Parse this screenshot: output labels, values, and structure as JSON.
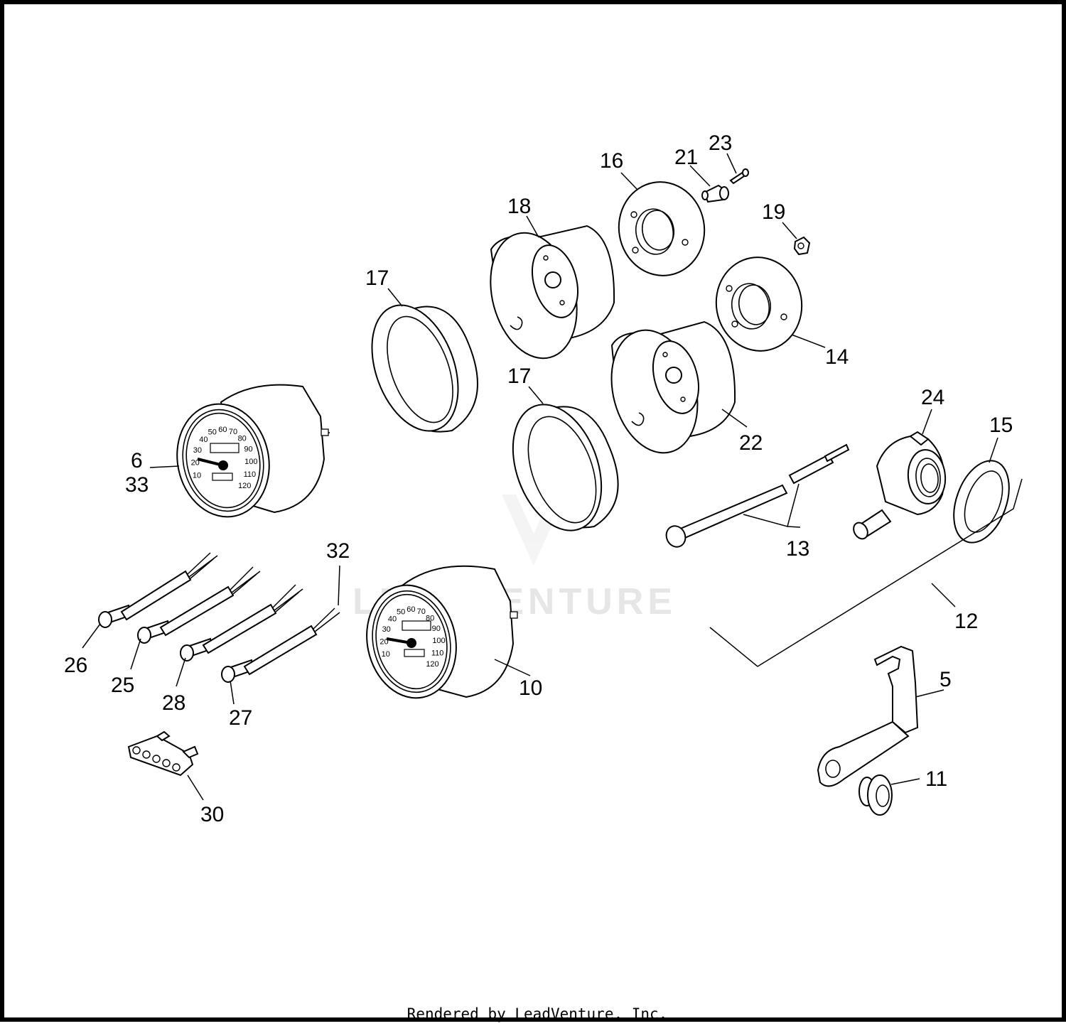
{
  "callouts": {
    "c5": "5",
    "c6": "6",
    "c10": "10",
    "c11": "11",
    "c12": "12",
    "c13": "13",
    "c14": "14",
    "c15": "15",
    "c16": "16",
    "c17a": "17",
    "c17b": "17",
    "c18": "18",
    "c19": "19",
    "c21": "21",
    "c22": "22",
    "c23": "23",
    "c24": "24",
    "c25": "25",
    "c26": "26",
    "c27": "27",
    "c28": "28",
    "c30": "30",
    "c32": "32",
    "c33": "33"
  },
  "dial_numbers": [
    "10",
    "20",
    "30",
    "40",
    "50",
    "60",
    "70",
    "80",
    "90",
    "100",
    "110",
    "120"
  ],
  "watermark": "LEADVENTURE",
  "footer": "Rendered by LeadVenture, Inc."
}
